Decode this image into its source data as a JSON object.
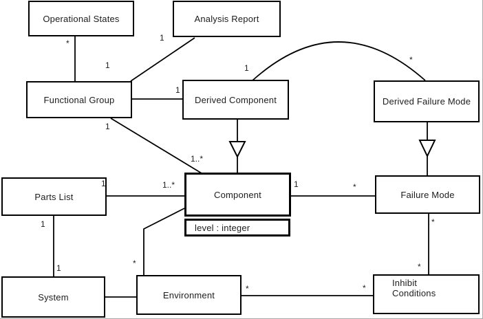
{
  "diagram": {
    "type": "uml-class-diagram",
    "background": "#ffffff",
    "stroke_color": "#000000",
    "text_color": "#1c1c1c",
    "classes": [
      {
        "name": "Operational States"
      },
      {
        "name": "Analysis Report"
      },
      {
        "name": "Functional Group"
      },
      {
        "name": "Derived Component"
      },
      {
        "name": "Derived Failure Mode"
      },
      {
        "name": "Parts List"
      },
      {
        "name": "Component",
        "attributes": [
          "level : integer"
        ]
      },
      {
        "name": "Failure Mode"
      },
      {
        "name": "System"
      },
      {
        "name": "Environment"
      },
      {
        "name": "Inhibit\nConditions"
      }
    ],
    "associations": [
      {
        "from": "Operational States",
        "to": "Functional Group",
        "type": "association",
        "labels": [
          "*",
          "1"
        ]
      },
      {
        "from": "Analysis Report",
        "to": "Functional Group",
        "type": "association",
        "labels": [
          "1"
        ]
      },
      {
        "from": "Functional Group",
        "to": "Derived Component",
        "type": "association",
        "labels": [
          "1"
        ]
      },
      {
        "from": "Derived Component",
        "to": "Derived Failure Mode",
        "type": "association-arc",
        "labels": [
          "1",
          "*"
        ]
      },
      {
        "from": "Derived Component",
        "to": "Component",
        "type": "generalization",
        "labels": []
      },
      {
        "from": "Derived Failure Mode",
        "to": "Failure Mode",
        "type": "generalization",
        "labels": []
      },
      {
        "from": "Functional Group",
        "to": "Component",
        "type": "association",
        "labels": [
          "1",
          "1..*"
        ]
      },
      {
        "from": "Parts List",
        "to": "Component",
        "type": "association",
        "labels": [
          "1",
          "1..*"
        ]
      },
      {
        "from": "Component",
        "to": "Failure Mode",
        "type": "association",
        "labels": [
          "1",
          "*"
        ]
      },
      {
        "from": "Parts List",
        "to": "System",
        "type": "association",
        "labels": [
          "1",
          "1"
        ]
      },
      {
        "from": "System",
        "to": "Environment",
        "type": "association",
        "labels": []
      },
      {
        "from": "Component",
        "to": "Environment",
        "type": "association",
        "labels": [
          "*"
        ]
      },
      {
        "from": "Failure Mode",
        "to": "Inhibit Conditions",
        "type": "association",
        "labels": [
          "*",
          "*"
        ]
      },
      {
        "from": "Environment",
        "to": "Inhibit Conditions",
        "type": "association",
        "labels": [
          "*",
          "*"
        ]
      }
    ]
  }
}
